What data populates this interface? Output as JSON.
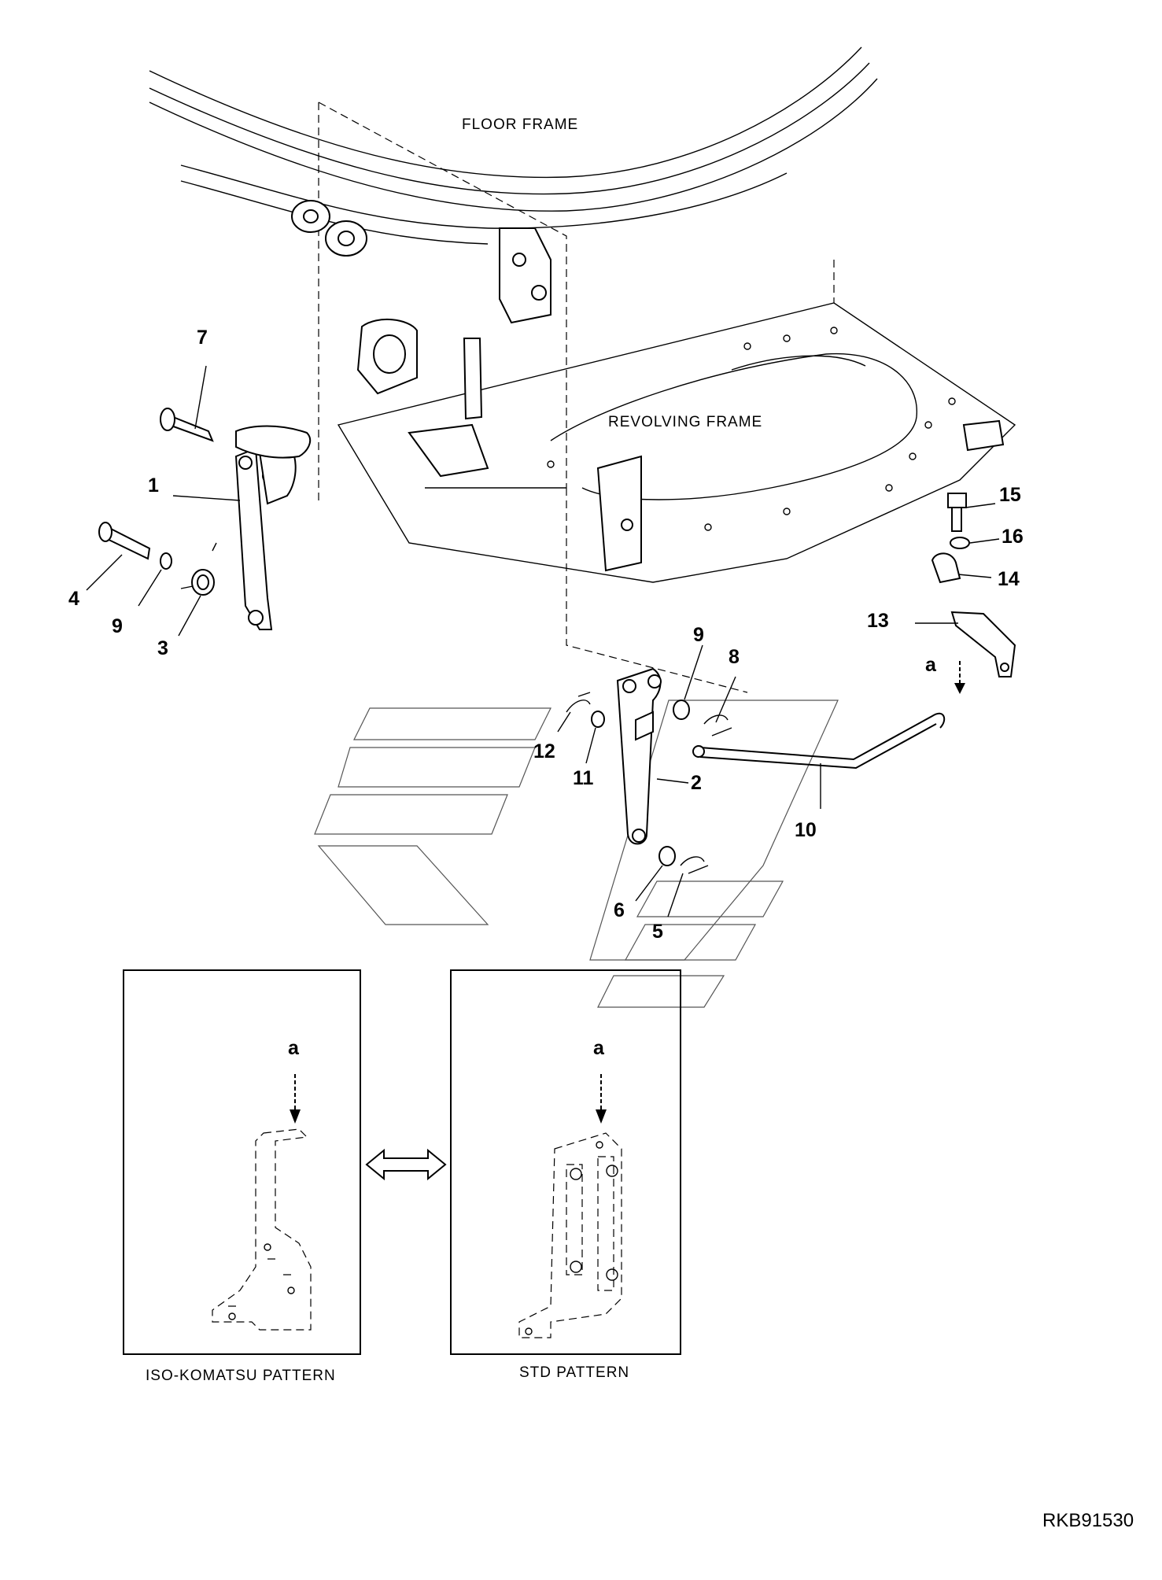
{
  "regions": {
    "floor_frame": "FLOOR FRAME",
    "revolving_frame": "REVOLVING FRAME"
  },
  "callouts": [
    "1",
    "2",
    "3",
    "4",
    "5",
    "6",
    "7",
    "8",
    "9",
    "9",
    "10",
    "11",
    "12",
    "13",
    "14",
    "15",
    "16"
  ],
  "view_marker": "a",
  "insets": {
    "iso_komatsu": {
      "title": "ISO-KOMATSU PATTERN",
      "marker": "a"
    },
    "std": {
      "title": "STD PATTERN",
      "marker": "a"
    }
  },
  "drawing_code": "RKB91530"
}
